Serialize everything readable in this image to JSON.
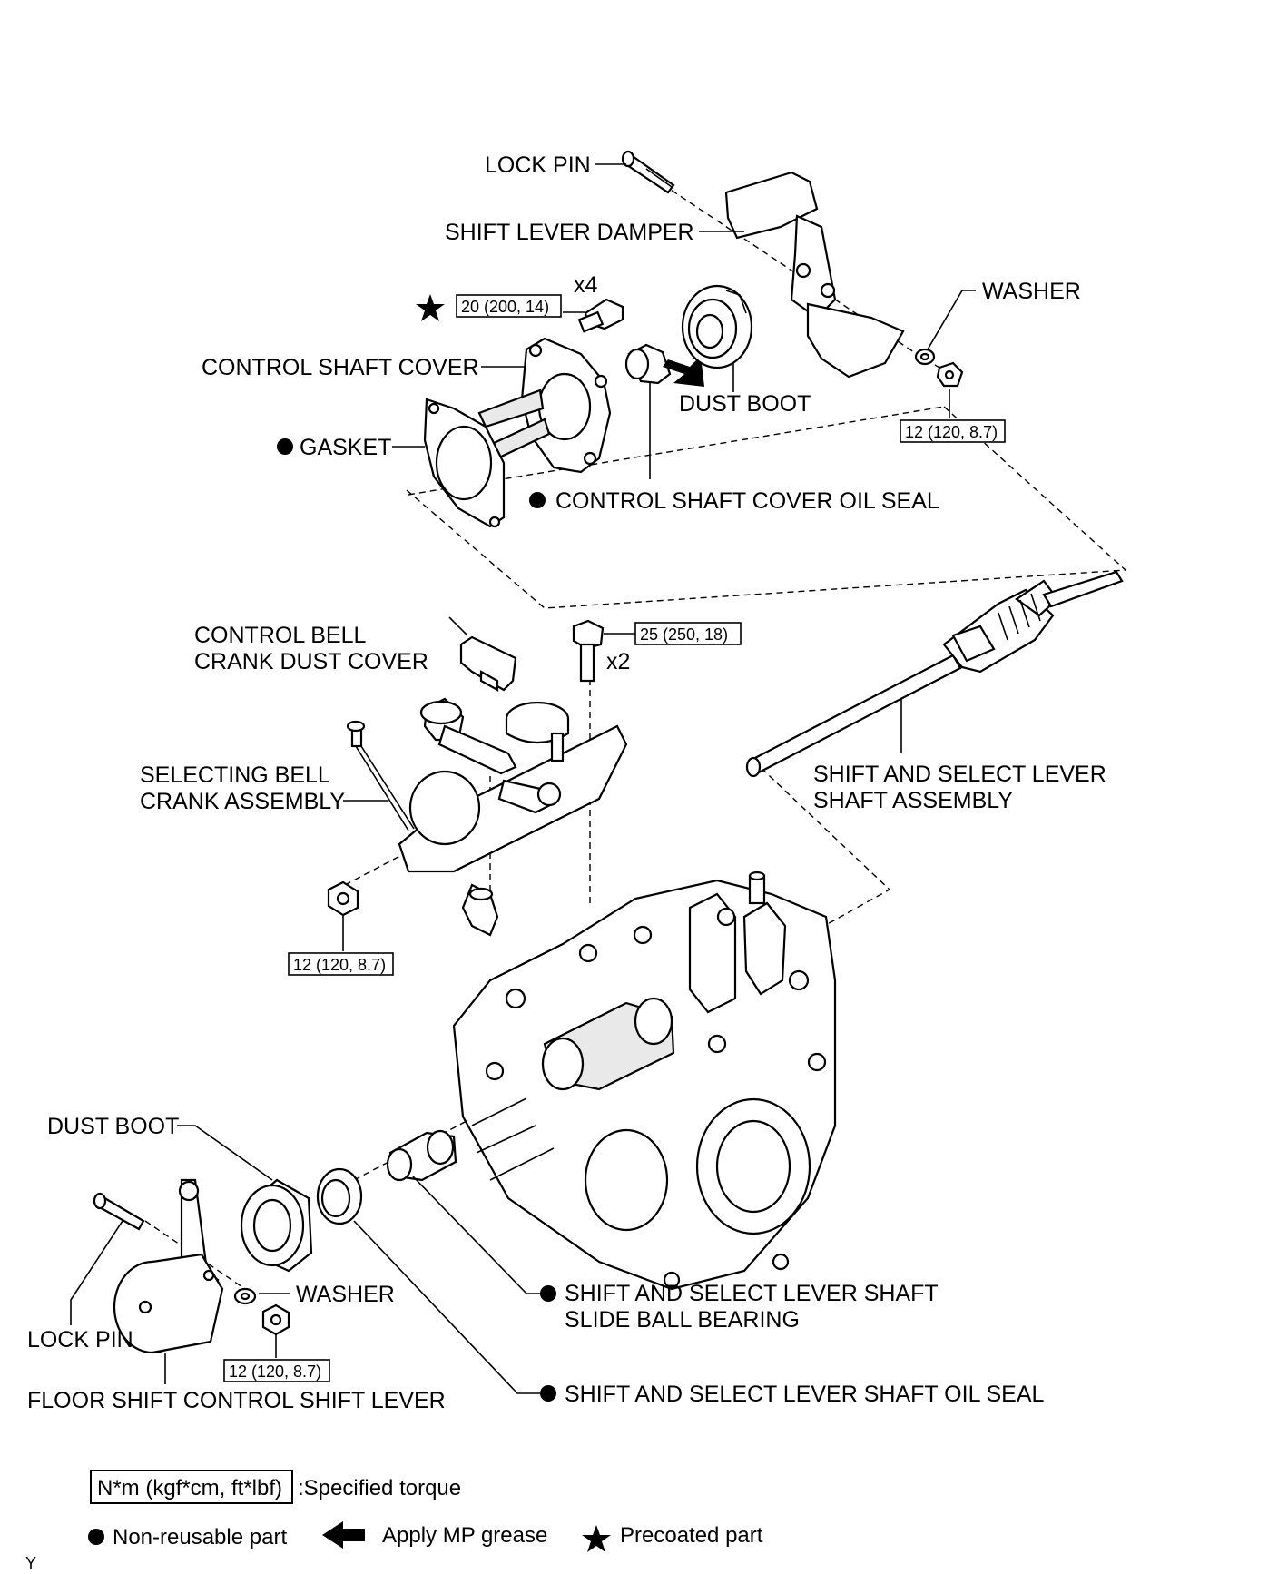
{
  "labels": {
    "lock_pin_top": "LOCK PIN",
    "shift_lever_damper": "SHIFT LEVER DAMPER",
    "washer_top": "WASHER",
    "x4": "x4",
    "control_shaft_cover": "CONTROL SHAFT COVER",
    "dust_boot_top": "DUST BOOT",
    "gasket": "GASKET",
    "control_shaft_cover_oil_seal": "CONTROL SHAFT COVER OIL SEAL",
    "control_bell_crank_dust_cover_1": "CONTROL BELL",
    "control_bell_crank_dust_cover_2": "CRANK DUST COVER",
    "x2": "x2",
    "selecting_bell_crank_1": "SELECTING BELL",
    "selecting_bell_crank_2": "CRANK ASSEMBLY",
    "shift_select_shaft_1": "SHIFT AND SELECT LEVER",
    "shift_select_shaft_2": "SHAFT ASSEMBLY",
    "dust_boot_bottom": "DUST BOOT",
    "washer_bottom": "WASHER",
    "lock_pin_bottom": "LOCK PIN",
    "floor_shift_lever": "FLOOR SHIFT CONTROL SHIFT LEVER",
    "slide_bearing_1": "SHIFT AND SELECT LEVER SHAFT",
    "slide_bearing_2": "SLIDE BALL BEARING",
    "shaft_oil_seal": "SHIFT AND SELECT LEVER SHAFT OIL SEAL"
  },
  "torques": {
    "cover_bolt": "20 (200, 14)",
    "washer_nut_top": "12 (120, 8.7)",
    "bell_crank_bolt": "25 (250, 18)",
    "bell_crank_nut": "12 (120, 8.7)",
    "lever_nut_bottom": "12 (120, 8.7)"
  },
  "legend": {
    "torque_unit": "N*m (kgf*cm, ft*lbf)",
    "torque_desc": ":Specified torque",
    "non_reusable": "Non-reusable part",
    "mp_grease": "Apply MP grease",
    "precoated": "Precoated part"
  },
  "corner_mark": "Y"
}
